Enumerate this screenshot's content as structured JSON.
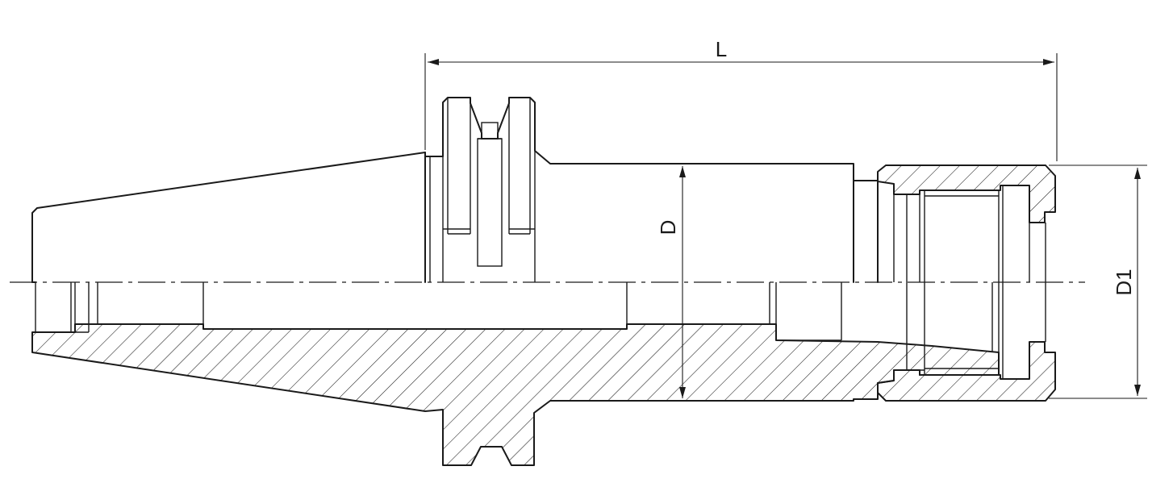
{
  "diagram": {
    "dimension_labels": {
      "overall_length": "L",
      "shank_diameter": "D",
      "nut_diameter": "D1"
    },
    "colors": {
      "line": "#1a1a1a",
      "background": "#ffffff"
    }
  }
}
